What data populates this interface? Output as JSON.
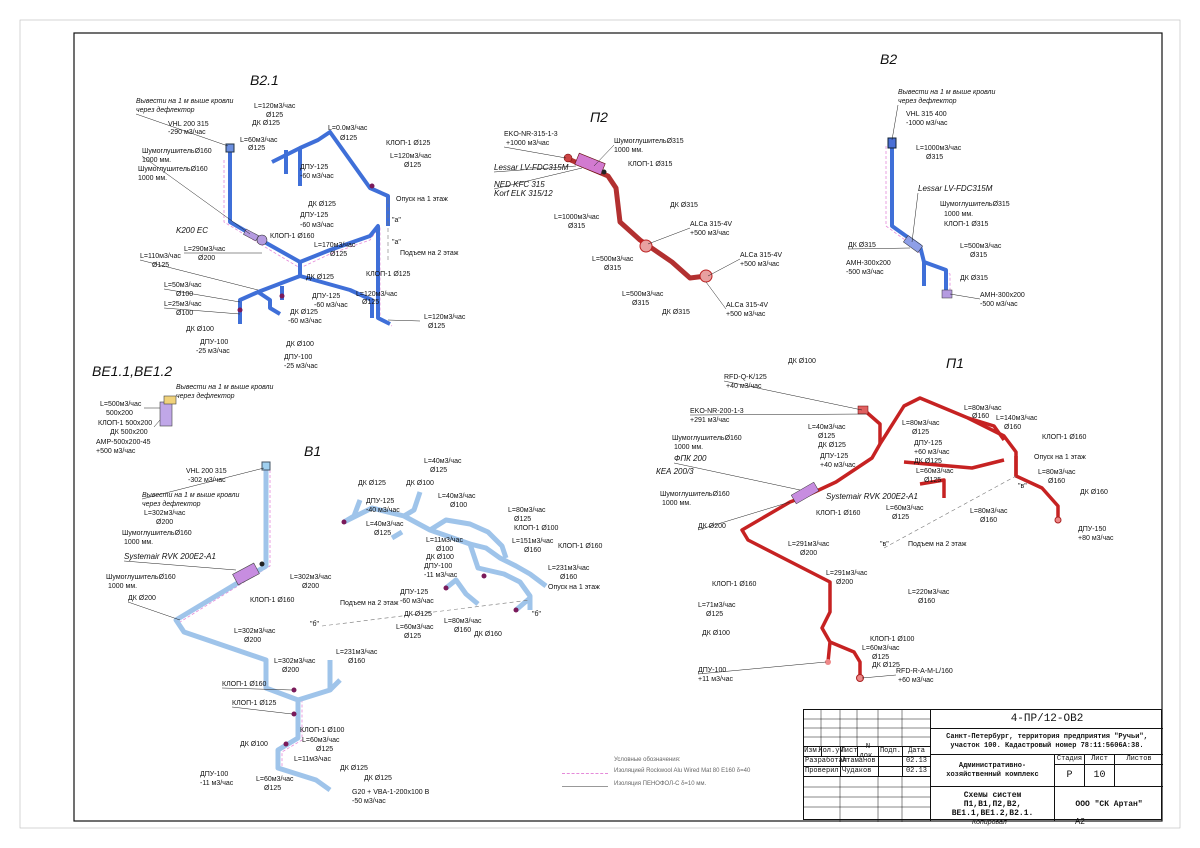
{
  "sheet": {
    "format": "A2",
    "copied": "Копировал",
    "systems": {
      "b21": "В2.1",
      "b2": "В2",
      "p2": "П2",
      "p1": "П1",
      "be": "ВЕ1.1,ВЕ1.2",
      "b1": "В1"
    }
  },
  "b21": {
    "note1": "Вывести на 1 м выше кровли",
    "note2": "через дефлектор",
    "fan1": "VHL 200 315",
    "fan2": "-290 м3/час",
    "sil1": "ШумоглушительØ160",
    "sil2": "1000 мм.",
    "sil3": "ШумоглушительØ160",
    "sil4": "1000 мм.",
    "k200": "K200 EC",
    "a1": "L=120м3/час",
    "a2": "Ø125",
    "a3": "L=60м3/час",
    "a4": "ДК Ø125",
    "a5": "Ø125",
    "a6": "L=0.0м3/час",
    "a7": "Ø125",
    "a8": "КЛОП-1 Ø125",
    "a9": "L=120м3/час",
    "a10": "Ø125",
    "a11": "ДПУ-125",
    "a12": "-60 м3/час",
    "a13": "ДК Ø125",
    "a14": "ДПУ-125",
    "a15": "-60 м3/час",
    "a16": "Опуск на 1 этаж",
    "a17": "КЛОП-1 Ø160",
    "a18": "L=170м3/час",
    "a19": "Ø125",
    "a20": "L=290м3/час",
    "a21": "Ø200",
    "a22": "L=110м3/час",
    "a23": "Ø125",
    "a24": "Подъем на 2 этаж",
    "a25": "ДК Ø125",
    "a26": "КЛОП-1 Ø125",
    "a27": "L=50м3/час",
    "a28": "Ø100",
    "a29": "ДПУ-125",
    "a30": "-60 м3/час",
    "a31": "L=120м3/час",
    "a32": "Ø125",
    "a33": "L=25м3/час",
    "a34": "Ø100",
    "a35": "ДК Ø125",
    "a36": "ДК Ø100",
    "a37": "-60 м3/час",
    "a38": "ДК Ø100",
    "a39": "ДПУ-100",
    "a40": "-25 м3/час",
    "a41": "ДПУ-100",
    "a42": "-25 м3/час",
    "a43": "L=120м3/час",
    "a44": "Ø125",
    "ma": "\"a\"",
    "mb": "\"a\""
  },
  "p2": {
    "t1": "EKO-NR-315-1-3",
    "t2": "+1000 м3/час",
    "t3": "Lessar LV-FDC315M",
    "t4": "NED KFC 315",
    "t5": "Korf ELK 315/12",
    "t6": "ШумоглушительØ315",
    "t7": "1000 мм.",
    "t8": "КЛОП-1 Ø315",
    "t9": "L=1000м3/час",
    "t10": "Ø315",
    "t11": "ДК Ø315",
    "t12": "ALCa 315-4V",
    "t13": "+500 м3/час",
    "t14": "L=500м3/час",
    "t15": "Ø315",
    "t16": "ALCa 315-4V",
    "t17": "+500 м3/час",
    "t18": "L=500м3/час",
    "t19": "Ø315",
    "t20": "ДК Ø315",
    "t21": "ALCa 315-4V",
    "t22": "+500 м3/час"
  },
  "b2": {
    "t1": "Вывести на 1 м выше кровли",
    "t2": "через дефлектор",
    "t3": "VHL 315 400",
    "t4": "-1000 м3/час",
    "t5": "L=1000м3/час",
    "t6": "Ø315",
    "t7": "Lessar LV-FDC315M",
    "t8": "ШумоглушительØ315",
    "t9": "1000 мм.",
    "t10": "КЛОП-1 Ø315",
    "t11": "ДК Ø315",
    "t12": "L=500м3/час",
    "t13": "Ø315",
    "t14": "АМН-300х200",
    "t15": "-500 м3/час",
    "t16": "ДК Ø315",
    "t17": "АМН-300х200",
    "t18": "-500 м3/час"
  },
  "be": {
    "t1": "Вывести на 1 м выше кровли",
    "t2": "через дефлектор",
    "t3": "L=500м3/час",
    "t4": "500х200",
    "t5": "КЛОП-1 500х200",
    "t6": "ДК 500х200",
    "t7": "АМР-500х200-45",
    "t8": "+500 м3/час"
  },
  "b1": {
    "t1": "VHL 200 315",
    "t2": "-302 м3/час",
    "t3": "Вывести на 1 м выше кровли",
    "t4": "через дефлектор",
    "t5": "L=302м3/час",
    "t6": "Ø200",
    "t7": "ШумоглушительØ160",
    "t8": "1000 мм.",
    "t9": "Systemair RVK 200E2-A1",
    "t10": "L=302м3/час",
    "t11": "Ø200",
    "t12": "ШумоглушительØ160",
    "t13": "1000 мм.",
    "t14": "КЛОП-1 Ø160",
    "t15": "ДК Ø200",
    "t16": "L=302м3/час",
    "t17": "Ø200",
    "t18": "L=302м3/час",
    "t19": "Ø200",
    "t20": "L=231м3/час",
    "t21": "Ø160",
    "t22": "КЛОП-1 Ø160",
    "t23": "КЛОП-1 Ø125",
    "t24": "КЛОП-1 Ø100",
    "t25": "L=60м3/час",
    "t26": "Ø125",
    "t27": "ДК Ø100",
    "t28": "L=11м3/час",
    "t29": "Ø125",
    "t30": "ДК Ø125",
    "t31": "ДК Ø125",
    "t32": "ДПУ-100",
    "t33": "-11 м3/час",
    "t34": "L=60м3/час",
    "t35": "Ø125",
    "t36": "G20 + VBA-1-200х100 В",
    "t37": "-50 м3/час",
    "t38": "ДК Ø125",
    "t39": "ДК Ø100",
    "t40": "L=40м3/час",
    "t41": "Ø125",
    "t42": "ДПУ-125",
    "t43": "-40 м3/час",
    "t44": "L=40м3/час",
    "t45": "Ø100",
    "t46": "L=40м3/час",
    "t47": "Ø125",
    "t48": "L=80м3/час",
    "t49": "Ø125",
    "t50": "КЛОП-1 Ø100",
    "t51": "L=11м3/час",
    "t52": "Ø100",
    "t53": "L=151м3/час",
    "t54": "Ø160",
    "t55": "КЛОП-1 Ø160",
    "t56": "ДК Ø100",
    "t57": "ДПУ-100",
    "t58": "-11 м3/час",
    "t59": "L=231м3/час",
    "t60": "Ø160",
    "t61": "L=40м3/час",
    "t62": "Ø125",
    "t63": "ДПУ-125",
    "t64": "-60 м3/час",
    "t65": "Опуск на 1 этаж",
    "t66": "ДК Ø125",
    "t67": "L=80м3/час",
    "t68": "Ø160",
    "t69": "L=60м3/час",
    "t70": "Ø125",
    "t71": "ДК Ø160",
    "t72": "Подъем на 2 этаж",
    "m1": "\"б\"",
    "m2": "\"б\""
  },
  "p1": {
    "t1": "RFD-Q-K/125",
    "t2": "+40 м3/час",
    "t3": "ДК Ø100",
    "t4": "EKO-NR-200-1-3",
    "t5": "+291 м3/час",
    "t6": "ШумоглушительØ160",
    "t7": "1000 мм.",
    "t8": "ФПК 200",
    "t9": "КЕА 200/3",
    "t10": "ШумоглушительØ160",
    "t11": "1000 мм.",
    "t12": "ДК Ø200",
    "t13": "L=40м3/час",
    "t14": "Ø125",
    "t15": "ДК Ø125",
    "t16": "ДПУ-125",
    "t17": "+40 м3/час",
    "t18": "КЛОП-1 Ø160",
    "t19": "Systemair RVK 200E2-A1",
    "t20": "L=80м3/час",
    "t21": "Ø125",
    "t22": "L=140м3/час",
    "t23": "Ø160",
    "t24": "ДПУ-125",
    "t25": "+60 м3/час",
    "t26": "ДК Ø125",
    "t27": "L=60м3/час",
    "t28": "Ø125",
    "t29": "КЛОП-1 Ø160",
    "t30": "L=80м3/час",
    "t31": "Ø160",
    "t32": "Опуск на 1 этаж",
    "t33": "L=60м3/час",
    "t34": "Ø125",
    "t35": "L=80м3/час",
    "t36": "Ø160",
    "t37": "ДК Ø160",
    "t38": "ДПУ-150",
    "t39": "+80 м3/час",
    "t40": "L=291м3/час",
    "t41": "Ø200",
    "t42": "Подъем на 2 этаж",
    "t43": "L=291м3/час",
    "t44": "Ø200",
    "t45": "КЛОП-1 Ø160",
    "t46": "L=220м3/час",
    "t47": "Ø160",
    "t48": "L=71м3/час",
    "t49": "Ø125",
    "t50": "ДК Ø100",
    "t51": "КЛОП-1 Ø100",
    "t52": "L=60м3/час",
    "t53": "Ø125",
    "t54": "ДК Ø125",
    "t55": "ДПУ-100",
    "t56": "+11 м3/час",
    "t57": "RFD-R-A-M-L/160",
    "t58": "+60 м3/час",
    "m1": "\"в\"",
    "m2": "\"в\""
  },
  "legend": {
    "title": "Условные обозначения:",
    "row1": "Изоляцией Rockwool Alu Wired Mat 80 Ε160 δ=40",
    "row2": "Изоляция ПЕНОФОЛ-С δ=10 мм."
  },
  "stamp": {
    "code": "4-ПР/12-ОВ2",
    "address": "Санкт-Петербург, территория предприятия \"Ручьи\", участок 100. Кадастровый номер 78:11:5606А:38.",
    "h_izm": "Изм.",
    "h_kol": "Кол.уч",
    "h_list": "Лист",
    "h_doc": "N док.",
    "h_podp": "Подп.",
    "h_date": "Дата",
    "role1": "Разработал",
    "name1": "Атаманов",
    "date1": "02.13",
    "role2": "Проверил",
    "name2": "Чудаков",
    "date2": "02.13",
    "building": "Административно-хозяйственный комплекс",
    "stage_h": "Стадия",
    "sheet_h": "Лист",
    "sheets_h": "Листов",
    "stage": "Р",
    "sheet": "10",
    "sheets": "",
    "title": "Схемы систем П1,В1,П2,В2, ВЕ1.1,ВЕ1.2,В2.1.",
    "company": "ООО \"СК Артан\""
  }
}
